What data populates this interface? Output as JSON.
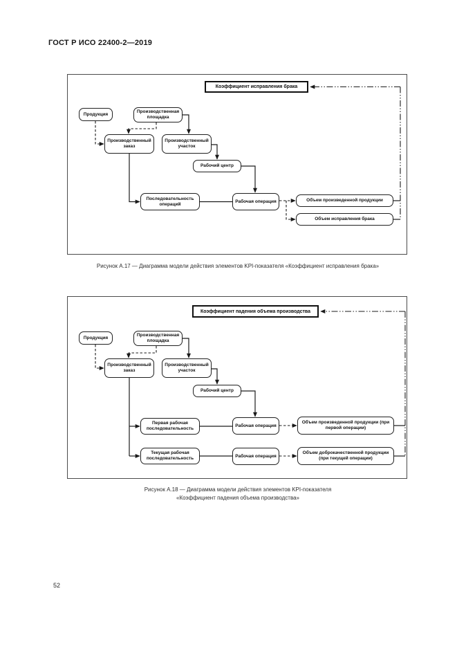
{
  "page": {
    "header": "ГОСТ Р ИСО 22400-2—2019",
    "page_number": "52"
  },
  "figure1": {
    "kpi_title": "Коэффициент исправления брака",
    "caption": "Рисунок А.17 — Диаграмма модели действия элементов KPI-показателя «Коэффициент исправления брака»",
    "nodes": {
      "product": "Продукция",
      "site": "Производственная площадка",
      "order": "Производственный заказ",
      "area": "Производственный участок",
      "work_center": "Рабочий центр",
      "operation_sequence": "Последовательность операций",
      "work_operation": "Рабочая операция",
      "produced_quantity": "Объем произведенной продукции",
      "rework_quantity": "Объем исправления брака"
    },
    "edges": [
      {
        "from": "product",
        "to": "order",
        "style": "dashed-arrow"
      },
      {
        "from": "site",
        "to": "order",
        "style": "dashed-arrow"
      },
      {
        "from": "site",
        "to": "area",
        "style": "solid-arrow"
      },
      {
        "from": "area",
        "to": "work_center",
        "style": "solid-arrow"
      },
      {
        "from": "order",
        "to": "operation_sequence",
        "style": "solid-arrow"
      },
      {
        "from": "work_center",
        "to": "work_operation",
        "style": "solid-arrow"
      },
      {
        "from": "operation_sequence",
        "to": "work_operation",
        "style": "solid-line"
      },
      {
        "from": "work_operation",
        "to": "produced_quantity",
        "style": "dashed-arrow"
      },
      {
        "from": "work_operation",
        "to": "rework_quantity",
        "style": "dashed-arrow"
      },
      {
        "from": "produced_quantity",
        "to": "kpi_title",
        "style": "dash-dot-arrow"
      },
      {
        "from": "rework_quantity",
        "to": "kpi_title",
        "style": "dash-dot-arrow"
      }
    ]
  },
  "figure2": {
    "kpi_title": "Коэффициент падения объема производства",
    "caption_line1": "Рисунок А.18 — Диаграмма модели действия элементов KPI-показателя",
    "caption_line2": "«Коэффициент падения объема производства»",
    "nodes": {
      "product": "Продукция",
      "site": "Производственная площадка",
      "order": "Производственный заказ",
      "area": "Производственный участок",
      "work_center": "Рабочий центр",
      "first_sequence": "Первая рабочая последовательность",
      "current_sequence": "Текущая рабочая последовательность",
      "work_operation_first": "Рабочая операция",
      "work_operation_current": "Рабочая операция",
      "produced_quantity_first": "Объем произведенной продукции (при первой операции)",
      "good_quantity_current": "Объем доброкачественной продукции (при текущей операции)"
    },
    "edges": [
      {
        "from": "product",
        "to": "order",
        "style": "dashed-arrow"
      },
      {
        "from": "site",
        "to": "order",
        "style": "dashed-arrow"
      },
      {
        "from": "site",
        "to": "area",
        "style": "solid-arrow"
      },
      {
        "from": "area",
        "to": "work_center",
        "style": "solid-arrow"
      },
      {
        "from": "order",
        "to": "first_sequence",
        "style": "solid-arrow"
      },
      {
        "from": "order",
        "to": "current_sequence",
        "style": "solid-arrow"
      },
      {
        "from": "work_center",
        "to": "work_operation_first",
        "style": "solid-arrow"
      },
      {
        "from": "first_sequence",
        "to": "work_operation_first",
        "style": "solid-line"
      },
      {
        "from": "current_sequence",
        "to": "work_operation_current",
        "style": "solid-line"
      },
      {
        "from": "work_operation_first",
        "to": "produced_quantity_first",
        "style": "dashed-arrow"
      },
      {
        "from": "work_operation_current",
        "to": "good_quantity_current",
        "style": "dashed-arrow"
      },
      {
        "from": "produced_quantity_first",
        "to": "kpi_title",
        "style": "dash-dot-arrow"
      },
      {
        "from": "good_quantity_current",
        "to": "kpi_title",
        "style": "dash-dot-arrow"
      }
    ]
  }
}
